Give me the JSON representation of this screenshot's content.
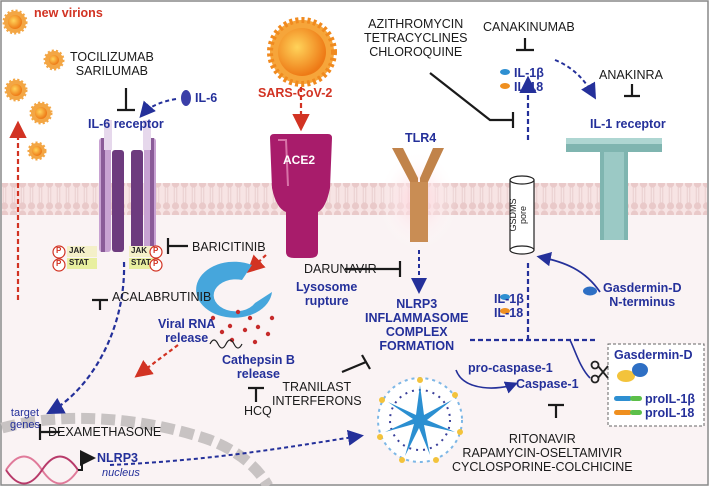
{
  "virus": {
    "new_virions": "new virions",
    "sars": "SARS-CoV-2"
  },
  "receptors": {
    "il6": "IL-6",
    "il6r": "IL-6 receptor",
    "ace2": "ACE2",
    "tlr4": "TLR4",
    "il1r": "IL-1 receptor",
    "pore": "GSDMS\npore"
  },
  "jakstat": {
    "p": "P",
    "jak": "JAK",
    "stat": "STAT"
  },
  "cytokines": {
    "il1b": "IL-1β",
    "il18": "IL-18"
  },
  "processes": {
    "lysosome": "Lysosome\nrupture",
    "viral_rna": "Viral RNA\nrelease",
    "cathepsin": "Cathepsin B\nrelease",
    "nlrp3_complex": "NLRP3\nINFLAMMASOME\nCOMPLEX\nFORMATION",
    "target_genes": "target\ngenes",
    "nlrp3": "NLRP3",
    "nucleus": "nucleus",
    "pro_caspase": "pro-caspase-1",
    "caspase": "Caspase-1",
    "gasdermin_n": "Gasdermin-D\nN-terminus",
    "gasdermin_d": "Gasdermin-D",
    "pro_il1b": "proIL-1β",
    "pro_il18": "proIL-18"
  },
  "drugs": {
    "tocilizumab": "TOCILIZUMAB\nSARILUMAB",
    "baricitinib": "BARICITINIB",
    "acalabrutinib": "ACALABRUTINIB",
    "dexamethasone": "DEXAMETHASONE",
    "hcq": "HCQ",
    "darunavir": "DARUNAVIR",
    "tranilast": "TRANILAST\nINTERFERONS",
    "azithro": "AZITHROMYCIN\nTETRACYCLINES\nCHLOROQUINE",
    "canakinumab": "CANAKINUMAB",
    "anakinra": "ANAKINRA",
    "ritonavir": "RITONAVIR\nRAPAMYCIN-OSELTAMIVIR\nCYCLOSPORINE-COLCHICINE"
  },
  "colors": {
    "red": "#d23323",
    "blue": "#24309a",
    "virion": "#f0951e",
    "ace2": "#a81c6b",
    "tlr4": "#c1834a",
    "il1r": "#7fb5b0",
    "membrane": "#f6dede",
    "il6r": "#6d3b7e"
  }
}
